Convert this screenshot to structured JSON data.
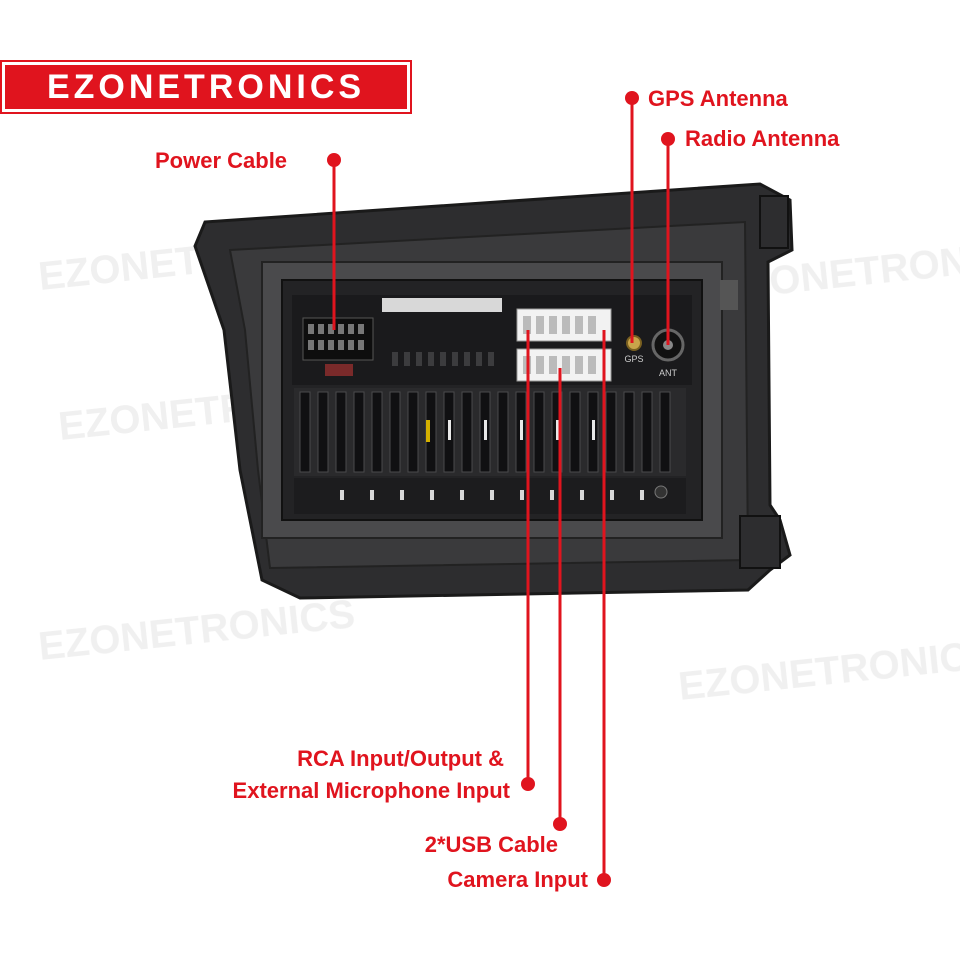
{
  "brand": {
    "name": "EZONETRONICS",
    "accent": "#e0141e"
  },
  "labels": {
    "power_cable": "Power Cable",
    "gps_antenna": "GPS Antenna",
    "radio_antenna": "Radio Antenna",
    "rca_line1": "RCA Input/Output &",
    "rca_line2": "External Microphone Input",
    "usb_cable": "2*USB Cable",
    "camera_input": "Camera Input"
  },
  "device": {
    "gps_port_text": "GPS",
    "ant_port_text": "ANT"
  },
  "watermark": "EZONETRONICS"
}
